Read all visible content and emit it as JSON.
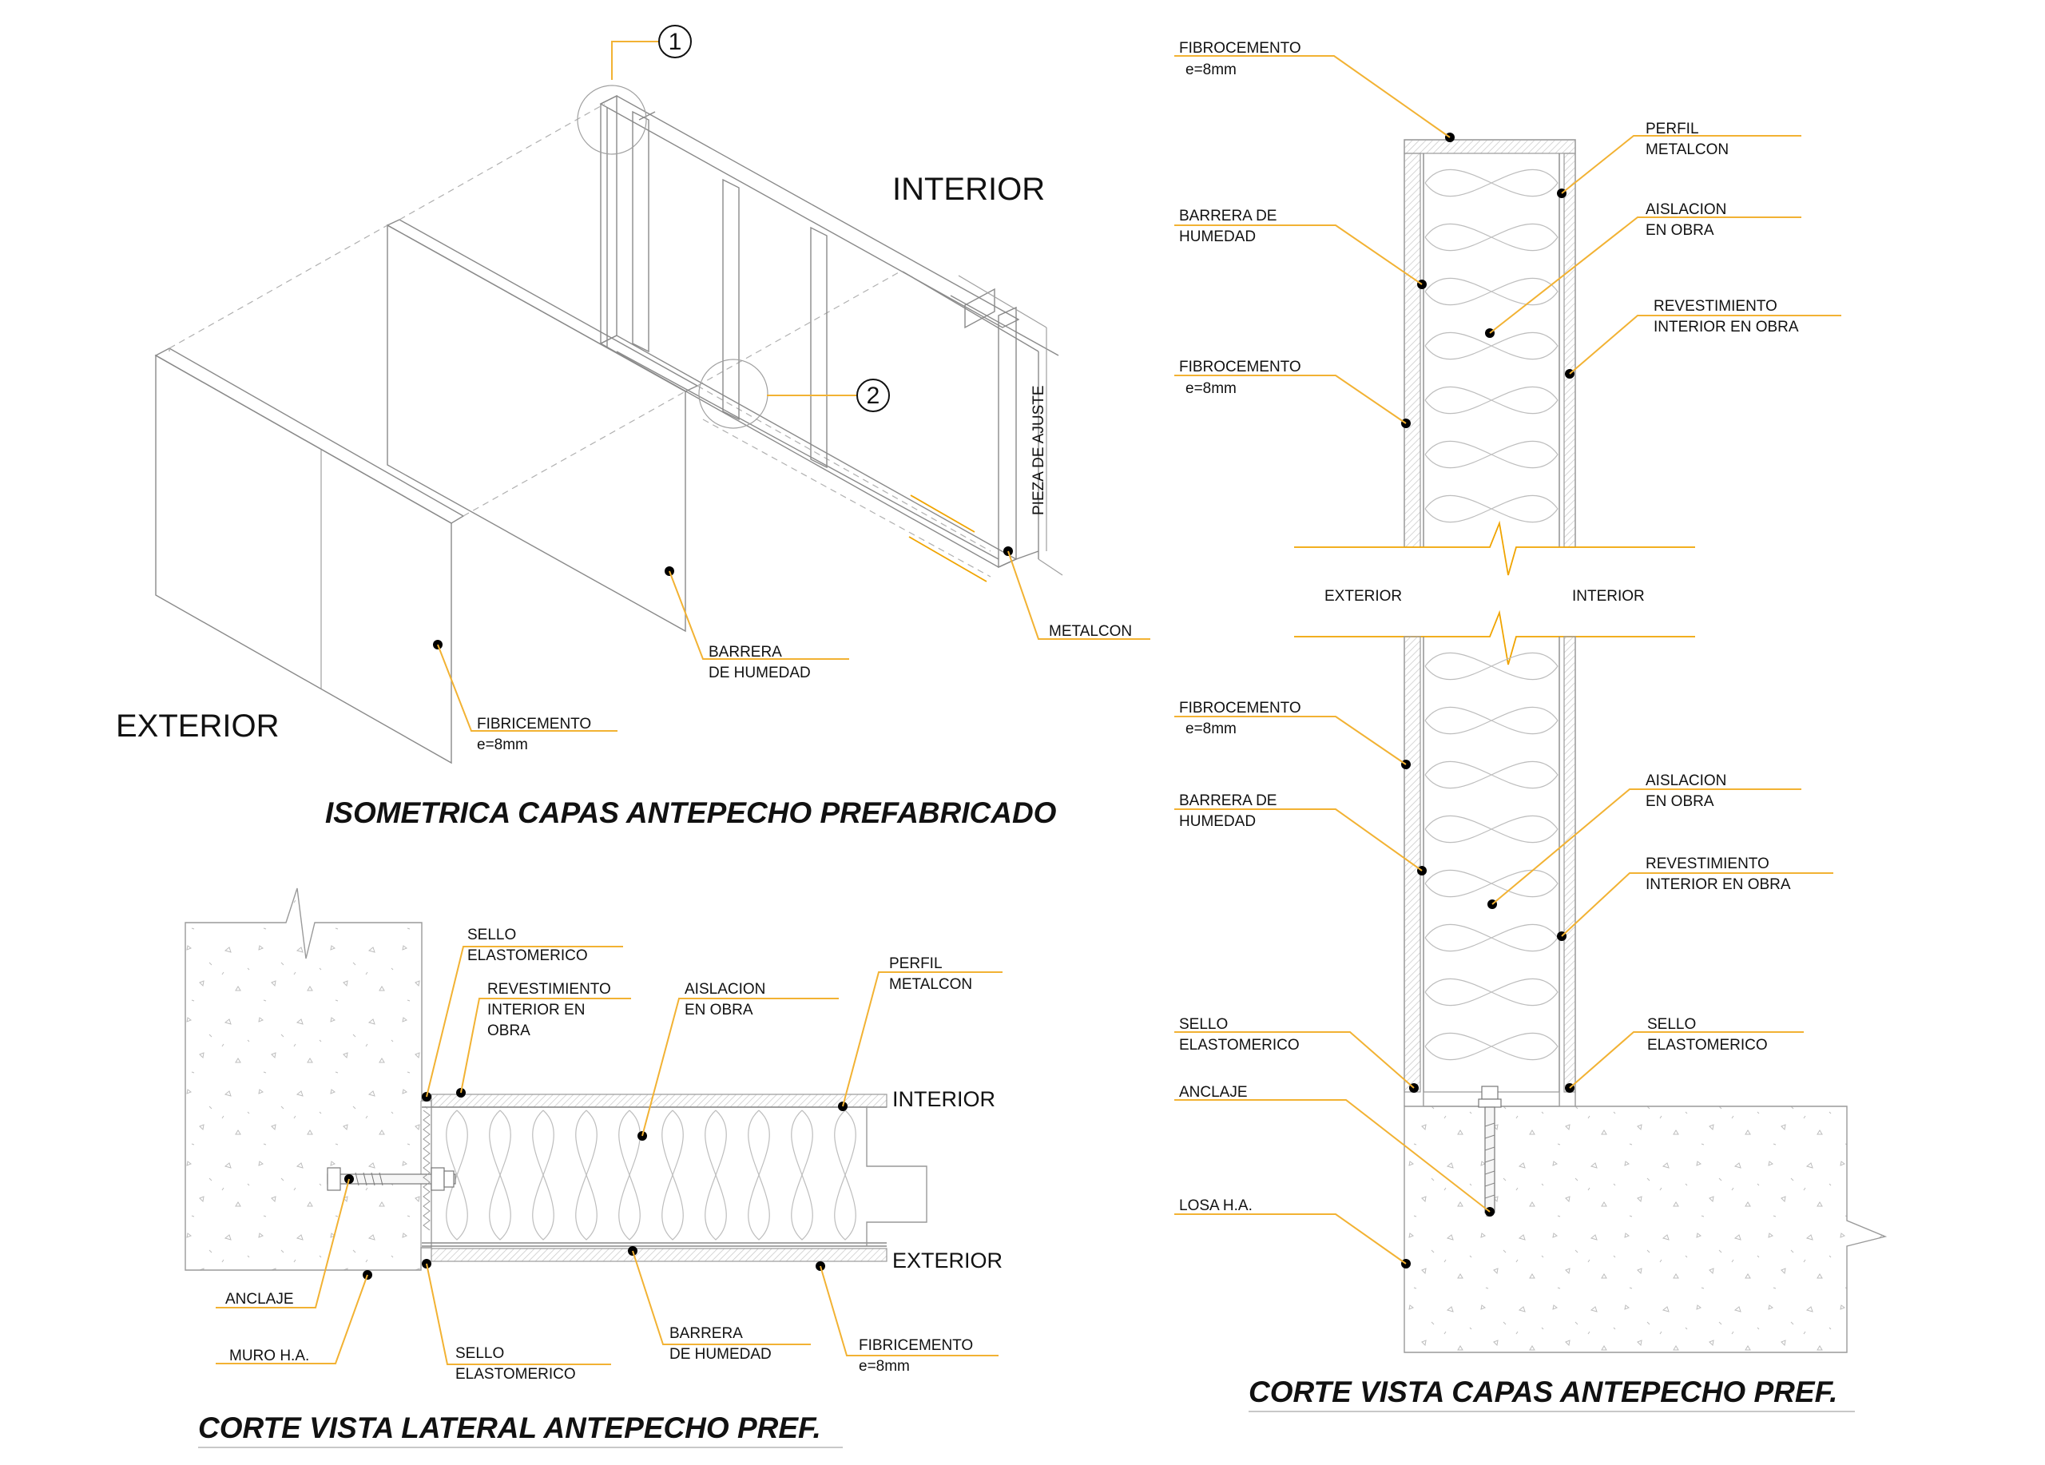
{
  "colors": {
    "leader": "#f2b233",
    "line": "#8a8a8a",
    "dot": "#000000"
  },
  "iso": {
    "callout1": "1",
    "callout2": "2",
    "interior": "INTERIOR",
    "exterior": "EXTERIOR",
    "pieza": "PIEZA DE AJUSTE",
    "metalcon": "METALCON",
    "barrera_1": "BARRERA",
    "barrera_2": "DE HUMEDAD",
    "fibri_1": "FIBRICEMENTO",
    "fibri_2": "e=8mm",
    "title": "ISOMETRICA CAPAS  ANTEPECHO PREFABRICADO"
  },
  "lateral": {
    "sello_top_1": "SELLO",
    "sello_top_2": "ELASTOMERICO",
    "rev_1": "REVESTIMIENTO",
    "rev_2": "INTERIOR EN",
    "rev_3": "OBRA",
    "ais_1": "AISLACION",
    "ais_2": "EN OBRA",
    "perfil_1": "PERFIL",
    "perfil_2": "METALCON",
    "interior": "INTERIOR",
    "exterior": "EXTERIOR",
    "anclaje": "ANCLAJE",
    "muro": "MURO H.A.",
    "sello_bot_1": "SELLO",
    "sello_bot_2": "ELASTOMERICO",
    "barrera_1": "BARRERA",
    "barrera_2": "DE HUMEDAD",
    "fibro_1": "FIBRICEMENTO",
    "fibro_2": "e=8mm",
    "title": "CORTE VISTA LATERAL ANTEPECHO PREF."
  },
  "section": {
    "fibro_a_1": "FIBROCEMENTO",
    "fibro_a_2": "e=8mm",
    "perfil_1": "PERFIL",
    "perfil_2": "METALCON",
    "barrera_a_1": "BARRERA DE",
    "barrera_a_2": "HUMEDAD",
    "ais_a_1": "AISLACION",
    "ais_a_2": "EN OBRA",
    "rev_a_1": "REVESTIMIENTO",
    "rev_a_2": "INTERIOR EN OBRA",
    "fibro_b_1": "FIBROCEMENTO",
    "fibro_b_2": "e=8mm",
    "exterior": "EXTERIOR",
    "interior": "INTERIOR",
    "fibro_c_1": "FIBROCEMENTO",
    "fibro_c_2": "e=8mm",
    "barrera_b_1": "BARRERA DE",
    "barrera_b_2": "HUMEDAD",
    "ais_b_1": "AISLACION",
    "ais_b_2": "EN OBRA",
    "rev_b_1": "REVESTIMIENTO",
    "rev_b_2": "INTERIOR EN OBRA",
    "sello_l_1": "SELLO",
    "sello_l_2": "ELASTOMERICO",
    "sello_r_1": "SELLO",
    "sello_r_2": "ELASTOMERICO",
    "anclaje": "ANCLAJE",
    "losa": "LOSA H.A.",
    "title": "CORTE VISTA CAPAS ANTEPECHO PREF."
  }
}
